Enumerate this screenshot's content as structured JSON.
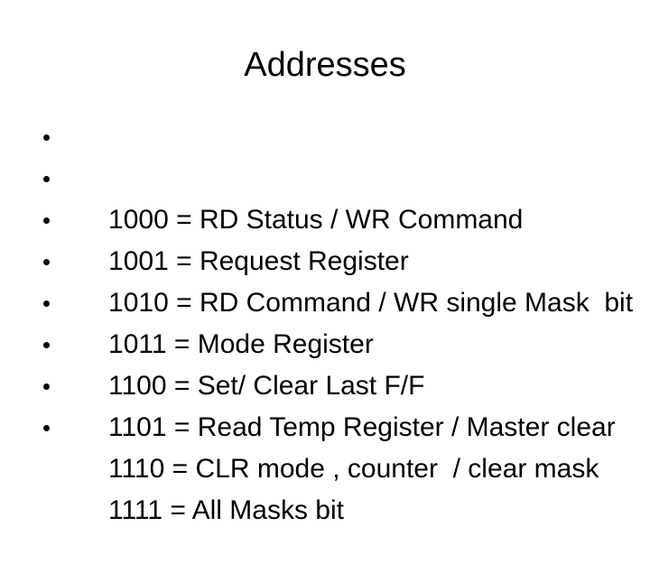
{
  "slide": {
    "title": "Addresses",
    "background_color": "#ffffff",
    "text_color": "#000000",
    "bullet_marker_icon": "disc-bullet-icon",
    "items": [
      {
        "address": "1000",
        "text": "1000 = RD Status / WR Command"
      },
      {
        "address": "1001",
        "text": "1001 = Request Register"
      },
      {
        "address": "1010",
        "text": "1010 = RD Command / WR single Mask  bit"
      },
      {
        "address": "1011",
        "text": "1011 = Mode Register"
      },
      {
        "address": "1100",
        "text": "1100 = Set/ Clear Last F/F"
      },
      {
        "address": "1101",
        "text": "1101 = Read Temp Register / Master clear"
      },
      {
        "address": "1110",
        "text": "1110 = CLR mode , counter  / clear mask"
      },
      {
        "address": "1111",
        "text": "1111 = All Masks bit"
      }
    ]
  }
}
